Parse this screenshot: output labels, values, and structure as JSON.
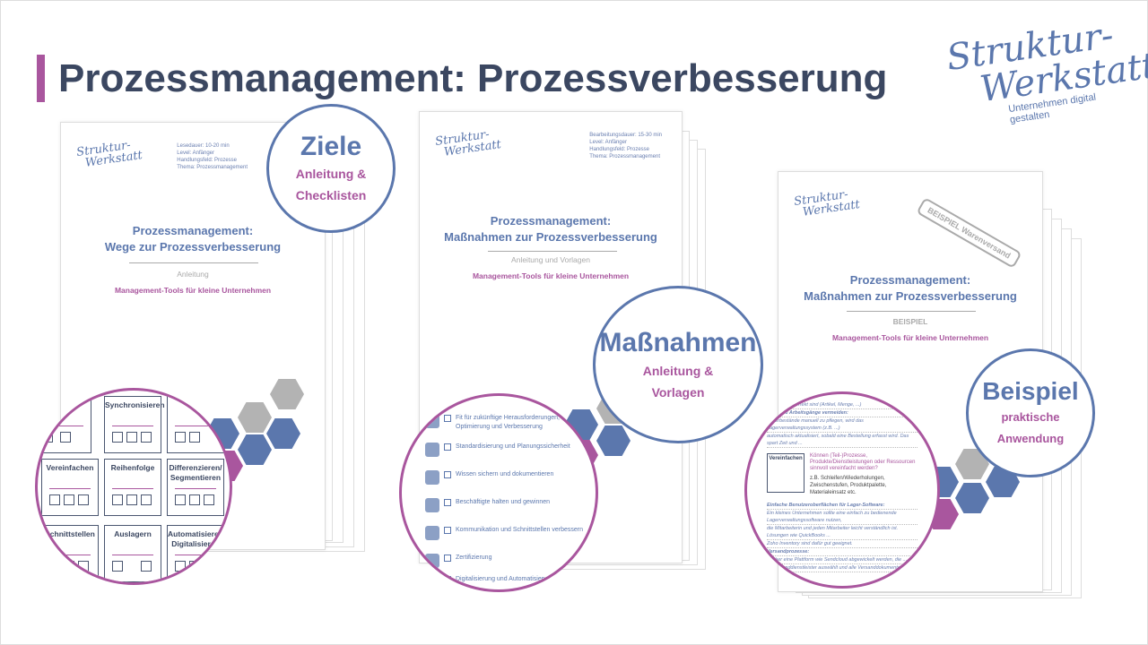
{
  "header": {
    "title": "Prozessmanagement: Prozessverbesserung",
    "accent_color": "#a9569e",
    "title_color": "#3b4761"
  },
  "logo": {
    "line1": "Struktur-",
    "line2": "Werkstatt",
    "tagline": "Unternehmen digital gestalten"
  },
  "colors": {
    "blue": "#5b77ad",
    "purple": "#a9569e",
    "gray": "#b3b3b3"
  },
  "documents": [
    {
      "logo1": "Struktur-",
      "logo2": "Werkstatt",
      "meta": [
        "Lesedauer: 10-20 min",
        "Level: Anfänger",
        "Handlungsfeld: Prozesse",
        "Thema: Prozessmanagement"
      ],
      "title1": "Prozessmanagement:",
      "title2": "Wege zur Prozessverbesserung",
      "type": "Anleitung",
      "series": "Management-Tools für kleine Unternehmen",
      "badge": {
        "heading": "Ziele",
        "line1": "Anleitung &",
        "line2": "Checklisten"
      },
      "tiles": [
        "",
        "Synchronisieren",
        "",
        "Vereinfachen",
        "Reihenfolge",
        "Differenzieren/ Segmentieren",
        "Schnittstellen",
        "Auslagern",
        "Automatisieren/ Digitalisieren"
      ]
    },
    {
      "logo1": "Struktur-",
      "logo2": "Werkstatt",
      "meta": [
        "Bearbeitungsdauer: 15-30 min",
        "Level: Anfänger",
        "Handlungsfeld: Prozesse",
        "Thema: Prozessmanagement"
      ],
      "title1": "Prozessmanagement:",
      "title2": "Maßnahmen zur Prozessverbesserung",
      "type": "Anleitung und Vorlagen",
      "series": "Management-Tools für kleine Unternehmen",
      "badge": {
        "heading": "Maßnahmen",
        "line1": "Anleitung &",
        "line2": "Vorlagen"
      },
      "checklist": [
        "Fit für zukünftige Herausforderungen, Optimierung und Verbesserung",
        "Standardisierung und Planungssicherheit",
        "Wissen sichern und dokumentieren",
        "Beschäftigte halten und gewinnen",
        "Kommunikation und Schnittstellen verbessern",
        "Zertifizierung",
        "Digitalisierung und Automatisierung"
      ]
    },
    {
      "logo1": "Struktur-",
      "logo2": "Werkstatt",
      "stamp": "BEISPIEL Warenversand",
      "title1": "Prozessmanagement:",
      "title2": "Maßnahmen zur Prozessverbesserung",
      "type": "BEISPIEL",
      "series": "Management-Tools für kleine Unternehmen",
      "badge": {
        "heading": "Beispiel",
        "line1": "praktische",
        "line2": "Anwendung"
      },
      "example": {
        "lines_top": [
          "Lieferdaten korrekt sind (Artikel, Menge, ...)",
          "Doppelte Arbeitsgänge vermeiden:",
          "Lagerbestände manuell zu pflegen, wird das Lagerverwaltungssystem (z.B. ...)",
          "automatisch aktualisiert, sobald eine Bestellung erfasst wird. Das spart Zeit und ..."
        ],
        "tile": "Vereinfachen",
        "question": "Können (Teil-)Prozesse, Produkte/Dienstleistungen oder Ressourcen sinnvoll vereinfacht werden?",
        "hint": "z.B. Schleifen/Wiederholungen, Zwischenstufen, Produktpalette, Materialeinsatz etc.",
        "lines_bottom": [
          "Einfache Benutzeroberflächen für Lager-Software:",
          "Ein kleines Unternehmen sollte eine einfach zu bedienende Lagerverwaltungssoftware nutzen,",
          "die Mitarbeiterin und jeden Mitarbeiter leicht verständlich ist. Lösungen wie QuickBooks ...",
          "Zoho Inventory sind dafür gut geeignet.",
          "Versandprozesse:",
          "... über eine Plattform wie Sendcloud abgewickelt werden, die ...",
          "... Versanddienstleister auswählt und alle Versanddokumente ..."
        ]
      }
    }
  ]
}
